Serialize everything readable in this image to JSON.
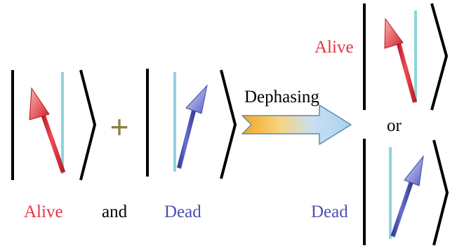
{
  "labels": {
    "alive": "Alive",
    "dead": "Dead",
    "and": "and",
    "or": "or",
    "plus": "+",
    "process": "Dephasing"
  },
  "colors": {
    "alive": "#e8323c",
    "dead": "#4a4fae",
    "plus": "#8a8040",
    "reference_line": "#8fd3e0",
    "ket": "#000000",
    "arrow_gradient_start": "#f2b233",
    "arrow_gradient_end": "#bcdcf0"
  },
  "icons": {
    "alive_state": "red-tilted-arrow-icon",
    "dead_state": "blue-tilted-arrow-icon",
    "process": "block-arrow-right-icon"
  }
}
